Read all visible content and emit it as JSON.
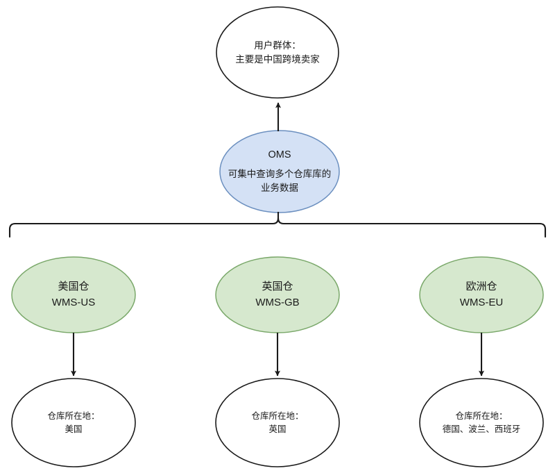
{
  "diagram": {
    "title": "OMS multi-warehouse WMS architecture diagram",
    "colors": {
      "background": "#ffffff",
      "stroke": "#1a1a1a",
      "oms_fill": "#d4e1f5",
      "oms_stroke": "#6b8fbf",
      "wms_fill": "#d6e8ce",
      "wms_stroke": "#7aa86a",
      "plain_fill": "#ffffff",
      "plain_stroke": "#1a1a1a",
      "text": "#1a1a1a"
    },
    "nodes": {
      "users": {
        "shape": "ellipse",
        "lines": [
          "用户群体：",
          "主要是中国跨境卖家"
        ]
      },
      "oms": {
        "shape": "ellipse",
        "title": "OMS",
        "lines": [
          "可集中查询多个仓库库的",
          "业务数据"
        ]
      },
      "wms_us": {
        "shape": "ellipse",
        "lines": [
          "美国仓",
          "WMS-US"
        ]
      },
      "wms_gb": {
        "shape": "ellipse",
        "lines": [
          "英国仓",
          "WMS-GB"
        ]
      },
      "wms_eu": {
        "shape": "ellipse",
        "lines": [
          "欧洲仓",
          "WMS-EU"
        ]
      },
      "loc_us": {
        "shape": "ellipse",
        "lines": [
          "仓库所在地：",
          "美国"
        ]
      },
      "loc_gb": {
        "shape": "ellipse",
        "lines": [
          "仓库所在地：",
          "英国"
        ]
      },
      "loc_eu": {
        "shape": "ellipse",
        "lines": [
          "仓库所在地：",
          "德国、波兰、西班牙"
        ]
      }
    },
    "edges": [
      {
        "from": "oms",
        "to": "users",
        "style": "arrow-up"
      },
      {
        "from": "oms",
        "to": "wms_group",
        "style": "brace"
      },
      {
        "from": "wms_us",
        "to": "loc_us",
        "style": "arrow-down"
      },
      {
        "from": "wms_gb",
        "to": "loc_gb",
        "style": "arrow-down"
      },
      {
        "from": "wms_eu",
        "to": "loc_eu",
        "style": "arrow-down"
      }
    ]
  }
}
